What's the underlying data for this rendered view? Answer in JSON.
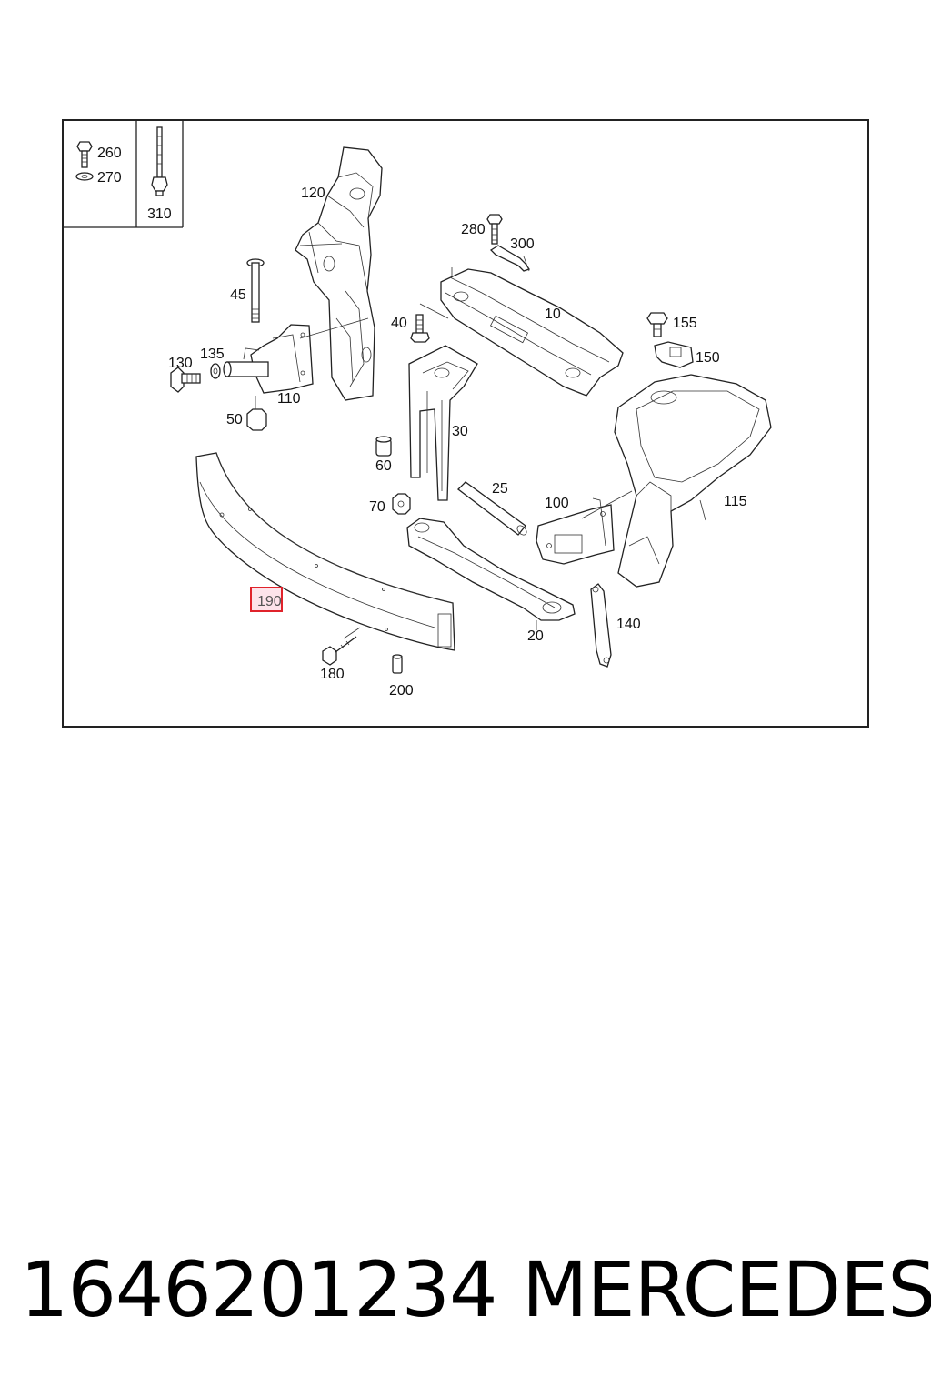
{
  "diagram": {
    "labels": {
      "l260": "260",
      "l270": "270",
      "l310": "310",
      "l120": "120",
      "l45": "45",
      "l135": "135",
      "l130": "130",
      "l110": "110",
      "l50": "50",
      "l280": "280",
      "l300": "300",
      "l40": "40",
      "l10": "10",
      "l155": "155",
      "l150": "150",
      "l30": "30",
      "l60": "60",
      "l25": "25",
      "l70": "70",
      "l100": "100",
      "l115": "115",
      "l190": "190",
      "l140": "140",
      "l20": "20",
      "l180": "180",
      "l200": "200"
    },
    "highlight_color": "#e0232b"
  },
  "footer": {
    "part_number": "1646201234",
    "brand": "MERCEDES"
  }
}
